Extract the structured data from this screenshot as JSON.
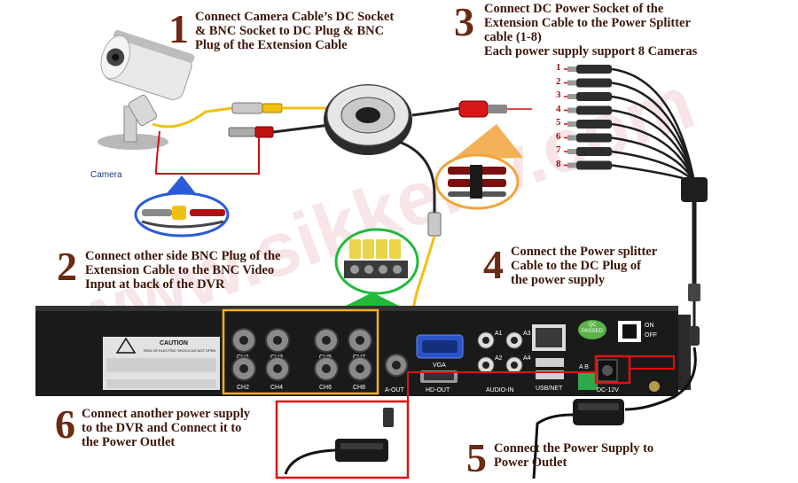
{
  "steps": [
    {
      "num": "1",
      "text": "Connect Camera Cable’s DC Socket\n& BNC Socket to DC Plug & BNC\nPlug of the Extension Cable"
    },
    {
      "num": "2",
      "text": "Connect other side BNC Plug of the\nExtension Cable to the BNC Video\nInput at back of the DVR"
    },
    {
      "num": "3",
      "text": "Connect DC Power Socket of the\nExtension Cable to the Power Splitter\ncable (1-8)\nEach power supply support 8 Cameras"
    },
    {
      "num": "4",
      "text": "Connect the Power splitter\nCable to the DC Plug of\nthe power supply"
    },
    {
      "num": "5",
      "text": "Connect the Power Supply to\nPower Outlet"
    },
    {
      "num": "6",
      "text": "Connect another power supply\nto the DVR and Connect it to\nthe Power Outlet"
    }
  ],
  "camera_label": "Camera",
  "splitter_pins": [
    "1",
    "2",
    "3",
    "4",
    "5",
    "6",
    "7",
    "8"
  ],
  "watermark": "www.sikkertv.com",
  "dvr": {
    "caution_title": "CAUTION",
    "caution_sub": "RISK OF ELECTRIC SHOCK DO NOT OPEN",
    "channels": [
      "CH1",
      "CH3",
      "CH5",
      "CH7",
      "CH2",
      "CH4",
      "CH6",
      "CH8"
    ],
    "aout": "A-OUT",
    "vga": "VGA",
    "hdout": "HD-OUT",
    "audio_in": "AUDIO-IN",
    "audio_ch": [
      "A1",
      "A3",
      "A2",
      "A4"
    ],
    "usb_net": "USB/NET",
    "power": "DC-12V",
    "ab": "A B",
    "qc": "QC\nPASSED",
    "on": "ON",
    "off": "OFF"
  },
  "colors": {
    "accent": "#6b2a12",
    "highlight_red": "#e01010",
    "highlight_yellow": "#f0b020",
    "callout_blue": "#2a5bd8"
  }
}
